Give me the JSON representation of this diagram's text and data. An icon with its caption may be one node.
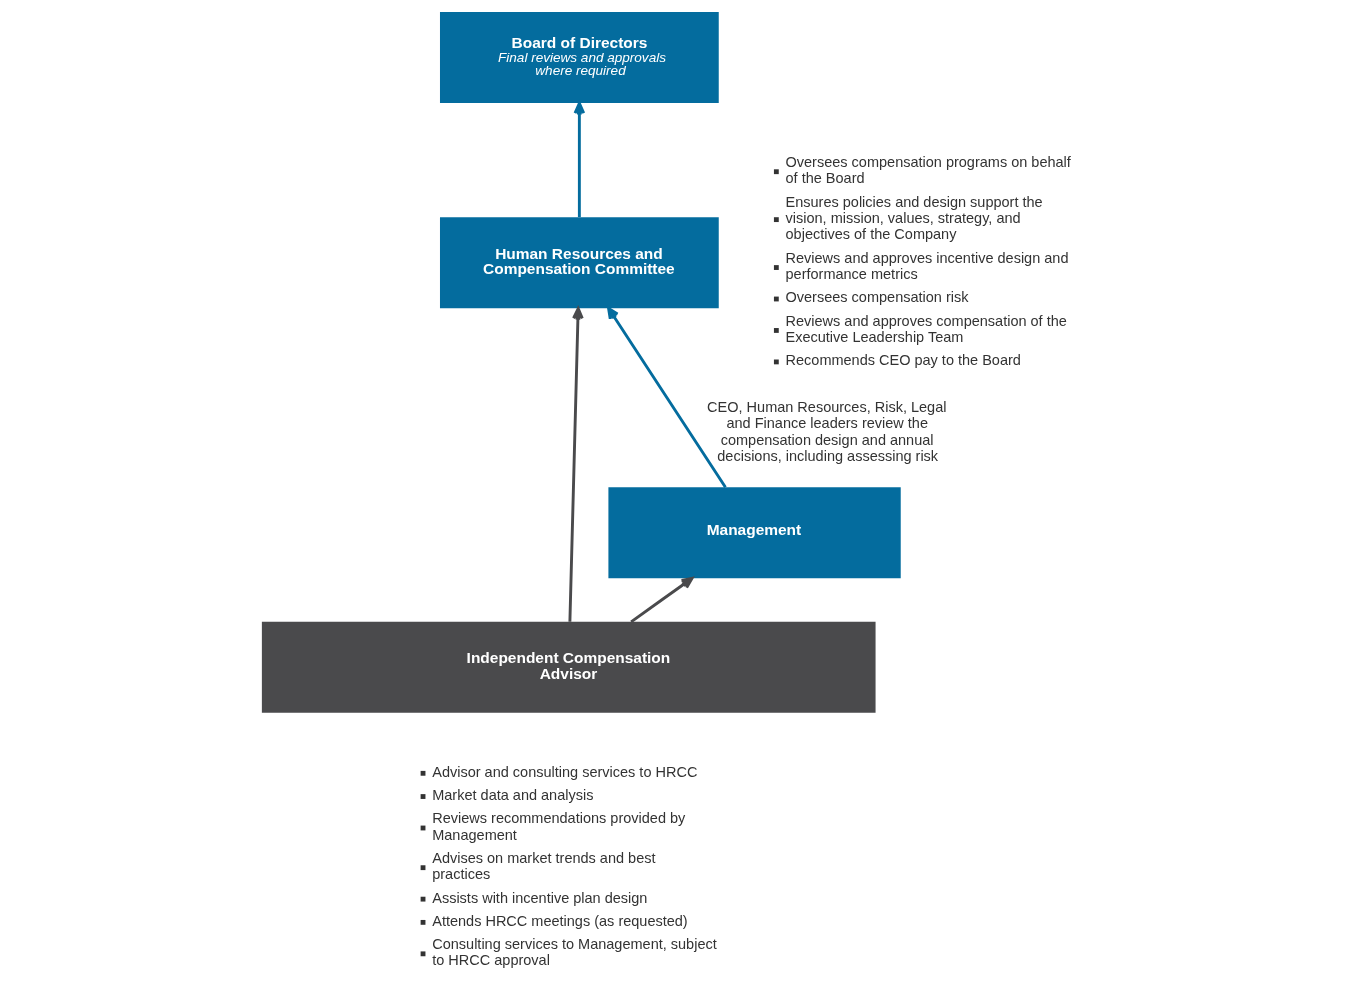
{
  "diagram": {
    "nodes": [
      {
        "text": [
          "Board of Directors",
          "Final reviews and approvals where required"
        ]
      },
      {
        "text": [
          "Human Resources and Compensation Committee"
        ],
        "beside": [
          "Oversees compensation programs on behalf of the Board",
          "Ensures policies and design support the vision, mission, values, strategy, and objectives of the Company",
          "Reviews and approves incentive design and performance metrics",
          "Oversees compensation risk",
          "Reviews and approves compensation of the Executive Leadership Team",
          "Recommends CEO pay to the Board"
        ]
      },
      {
        "text": [
          "Management"
        ]
      },
      {
        "text": [
          "Independent Compensation Advisor"
        ],
        "beside": [
          "Advisor and consulting services to HRCC",
          "Market data and analysis",
          "Reviews recommendations provided by Management",
          "Advises on market trends and best practices",
          "Assists with incentive plan design",
          "Attends HRCC meetings (as requested)",
          "Consulting services to Management, subject to HRCC approval"
        ]
      }
    ],
    "edges": [
      {
        "from": 1,
        "to": 0,
        "arrow": "to",
        "color": "#046c9e"
      },
      {
        "from": 2,
        "to": 1,
        "arrow": "to",
        "label": "CEO, Human Resources, Risk, Legal and Finance leaders review the compensation design and annual decisions, including assessing risk",
        "color": "#046c9e"
      },
      {
        "from": 3,
        "to": 2,
        "arrow": "to",
        "color": "#4a4a4c"
      },
      {
        "from": 3,
        "to": 1,
        "arrow": "to",
        "color": "#4a4a4c"
      }
    ]
  }
}
